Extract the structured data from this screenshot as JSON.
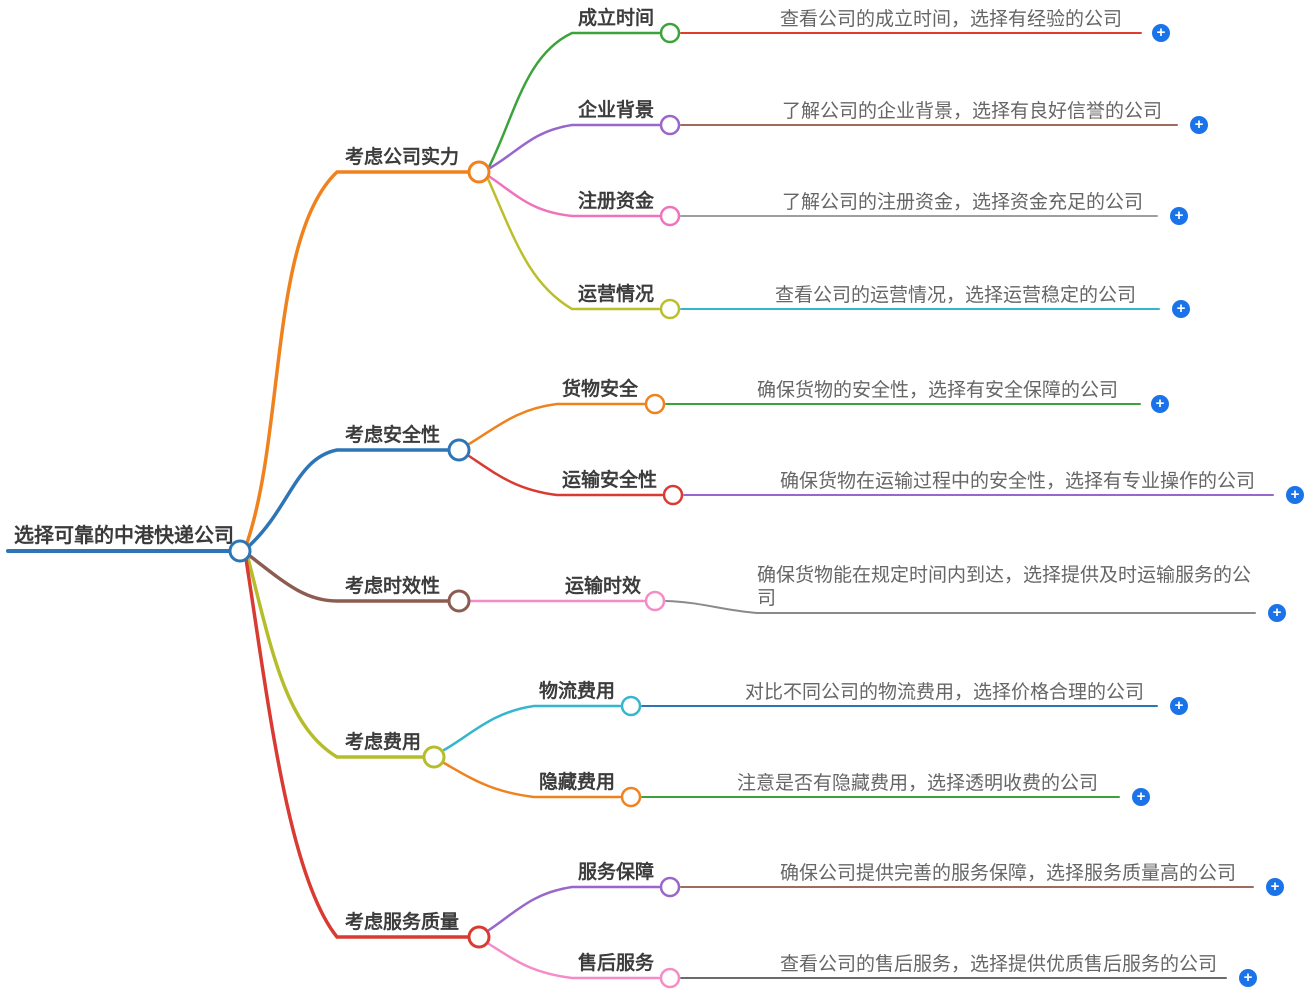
{
  "root": {
    "label": "选择可靠的中港快递公司"
  },
  "branches": [
    {
      "label": "考虑公司实力",
      "children": [
        {
          "label": "成立时间",
          "desc": "查看公司的成立时间，选择有经验的公司"
        },
        {
          "label": "企业背景",
          "desc": "了解公司的企业背景，选择有良好信誉的公司"
        },
        {
          "label": "注册资金",
          "desc": "了解公司的注册资金，选择资金充足的公司"
        },
        {
          "label": "运营情况",
          "desc": "查看公司的运营情况，选择运营稳定的公司"
        }
      ]
    },
    {
      "label": "考虑安全性",
      "children": [
        {
          "label": "货物安全",
          "desc": "确保货物的安全性，选择有安全保障的公司"
        },
        {
          "label": "运输安全性",
          "desc": "确保货物在运输过程中的安全性，选择有专业操作的公司"
        }
      ]
    },
    {
      "label": "考虑时效性",
      "children": [
        {
          "label": "运输时效",
          "desc": "确保货物能在规定时间内到达，选择提供及时运输服务的公司"
        }
      ]
    },
    {
      "label": "考虑费用",
      "children": [
        {
          "label": "物流费用",
          "desc": "对比不同公司的物流费用，选择价格合理的公司"
        },
        {
          "label": "隐藏费用",
          "desc": "注意是否有隐藏费用，选择透明收费的公司"
        }
      ]
    },
    {
      "label": "考虑服务质量",
      "children": [
        {
          "label": "服务保障",
          "desc": "确保公司提供完善的服务保障，选择服务质量高的公司"
        },
        {
          "label": "售后服务",
          "desc": "查看公司的售后服务，选择提供优质售后服务的公司"
        }
      ]
    }
  ],
  "colors": {
    "root": "#2e75b6",
    "orange": "#f0821e",
    "blue": "#2e75b6",
    "brown": "#8d5c50",
    "olive": "#b5bd2b",
    "red": "#d93a31",
    "green": "#3ca33c",
    "purple": "#9966cc",
    "pink": "#ef72bd",
    "light_pink": "#f48cc8",
    "yellow": "#bcbf2c",
    "cyan": "#36b6cd",
    "desc_red": "#e23b2e",
    "desc_brown": "#a06a5e",
    "desc_gray": "#9e9e9e",
    "desc_gray_dark": "#8a8a8a",
    "desc_darker": "#6b6b6b",
    "plus": "#1a73e8"
  },
  "plus_button": {
    "glyph": "+"
  }
}
